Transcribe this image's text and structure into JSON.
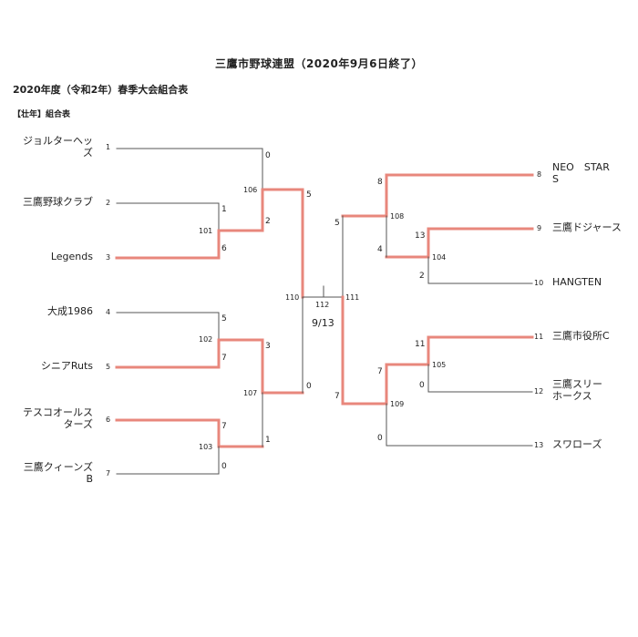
{
  "title": "三鷹市野球連盟（2020年9月6日終了）",
  "subtitle": "2020年度（令和2年）春季大会組合表",
  "division": "【壮年】組合表",
  "teams_left": [
    {
      "seed": "1",
      "name_line1": "ジョルターヘッ",
      "name_line2": "ズ"
    },
    {
      "seed": "2",
      "name_line1": "三鷹野球クラブ",
      "name_line2": ""
    },
    {
      "seed": "3",
      "name_line1": "Legends",
      "name_line2": ""
    },
    {
      "seed": "4",
      "name_line1": "大成1986",
      "name_line2": ""
    },
    {
      "seed": "5",
      "name_line1": "シニアRuts",
      "name_line2": ""
    },
    {
      "seed": "6",
      "name_line1": "テスコオールス",
      "name_line2": "ターズ"
    },
    {
      "seed": "7",
      "name_line1": "三鷹クィーンズ",
      "name_line2": "B"
    }
  ],
  "teams_right": [
    {
      "seed": "8",
      "name_line1": "NEO　STAR",
      "name_line2": "S"
    },
    {
      "seed": "9",
      "name_line1": "三鷹ドジャース",
      "name_line2": ""
    },
    {
      "seed": "10",
      "name_line1": "HANGTEN",
      "name_line2": ""
    },
    {
      "seed": "11",
      "name_line1": "三鷹市役所C",
      "name_line2": ""
    },
    {
      "seed": "12",
      "name_line1": "三鷹スリー",
      "name_line2": "ホークス"
    },
    {
      "seed": "13",
      "name_line1": "スワローズ",
      "name_line2": ""
    }
  ],
  "scores": {
    "m101_top": "1",
    "m101_bot": "6",
    "m102_top": "5",
    "m102_bot": "7",
    "m103_top": "7",
    "m103_bot": "0",
    "m106_top": "0",
    "m106_bot": "2",
    "m107_top": "3",
    "m107_bot": "1",
    "m110_top": "5",
    "m110_bot": "0",
    "m104_top": "13",
    "m104_bot": "2",
    "m105_top": "11",
    "m105_bot": "0",
    "m108_top": "8",
    "m108_bot": "4",
    "m109_top": "7",
    "m109_bot": "0",
    "m111_top": "5",
    "m111_bot": "7"
  },
  "match_numbers": {
    "m101": "101",
    "m102": "102",
    "m103": "103",
    "m104": "104",
    "m105": "105",
    "m106": "106",
    "m107": "107",
    "m108": "108",
    "m109": "109",
    "m110": "110",
    "m111": "111",
    "m112": "112"
  },
  "final_date": "9/13",
  "colors": {
    "winner_line": "#e8877c",
    "loser_line": "#555555"
  }
}
